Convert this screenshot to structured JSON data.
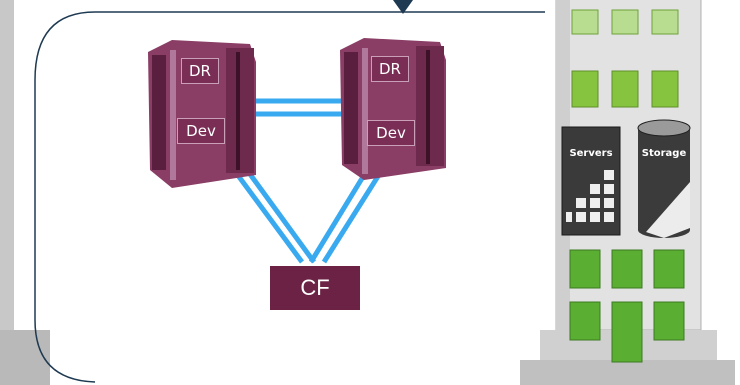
{
  "colors": {
    "frame": "#1e3a52",
    "link": "#3aaaf0",
    "server_body": "#8a3d65",
    "server_dark": "#5a1f3e",
    "cf_box": "#6b2245",
    "building": "#dcdcdc",
    "window_green": "#7fbf3a"
  },
  "servers": [
    {
      "top_label": "DR",
      "bottom_label": "Dev"
    },
    {
      "top_label": "DR",
      "bottom_label": "Dev"
    }
  ],
  "cf_label": "CF",
  "building": {
    "servers_label": "Servers",
    "storage_label": "Storage"
  }
}
